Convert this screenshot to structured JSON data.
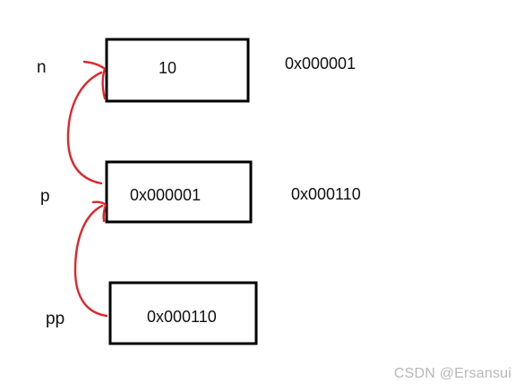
{
  "diagram": {
    "nodes": [
      {
        "id": "n",
        "variable": "n",
        "value": "10",
        "address": "0x000001"
      },
      {
        "id": "p",
        "variable": "p",
        "value": "0x000001",
        "address": "0x000110"
      },
      {
        "id": "pp",
        "variable": "pp",
        "value": "0x000110",
        "address": ""
      }
    ],
    "edges": [
      {
        "from": "p",
        "to": "n"
      },
      {
        "from": "pp",
        "to": "p"
      }
    ],
    "colors": {
      "box_border": "#000000",
      "arrow": "#e0262b",
      "text": "#111111",
      "watermark": "#b8b8b8"
    }
  },
  "watermark": "CSDN @Ersansui"
}
